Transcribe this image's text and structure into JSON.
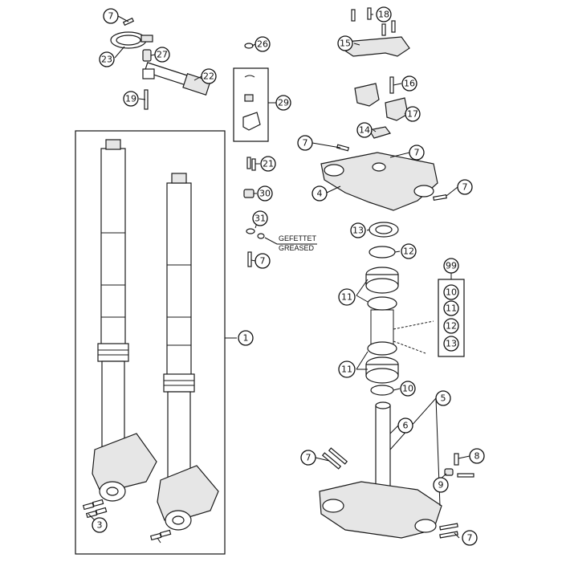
{
  "callouts": {
    "c1": "1",
    "c3": "3",
    "c4": "4",
    "c5": "5",
    "c6": "6",
    "c7a": "7",
    "c7b": "7",
    "c7c": "7",
    "c7d": "7",
    "c7e": "7",
    "c7f": "7",
    "c7g": "7",
    "c8": "8",
    "c9": "9",
    "c10a": "10",
    "c10b": "10",
    "c11a": "11",
    "c11b": "11",
    "c11c": "11",
    "c12a": "12",
    "c12b": "12",
    "c13a": "13",
    "c13b": "13",
    "c14": "14",
    "c15": "15",
    "c16": "16",
    "c17": "17",
    "c18": "18",
    "c19": "19",
    "c21": "21",
    "c22": "22",
    "c23": "23",
    "c26": "26",
    "c27": "27",
    "c29": "29",
    "c30": "30",
    "c31": "31",
    "c99": "99"
  },
  "notes": {
    "greased_de": "GEFETTET",
    "greased_en": "GREASED"
  }
}
